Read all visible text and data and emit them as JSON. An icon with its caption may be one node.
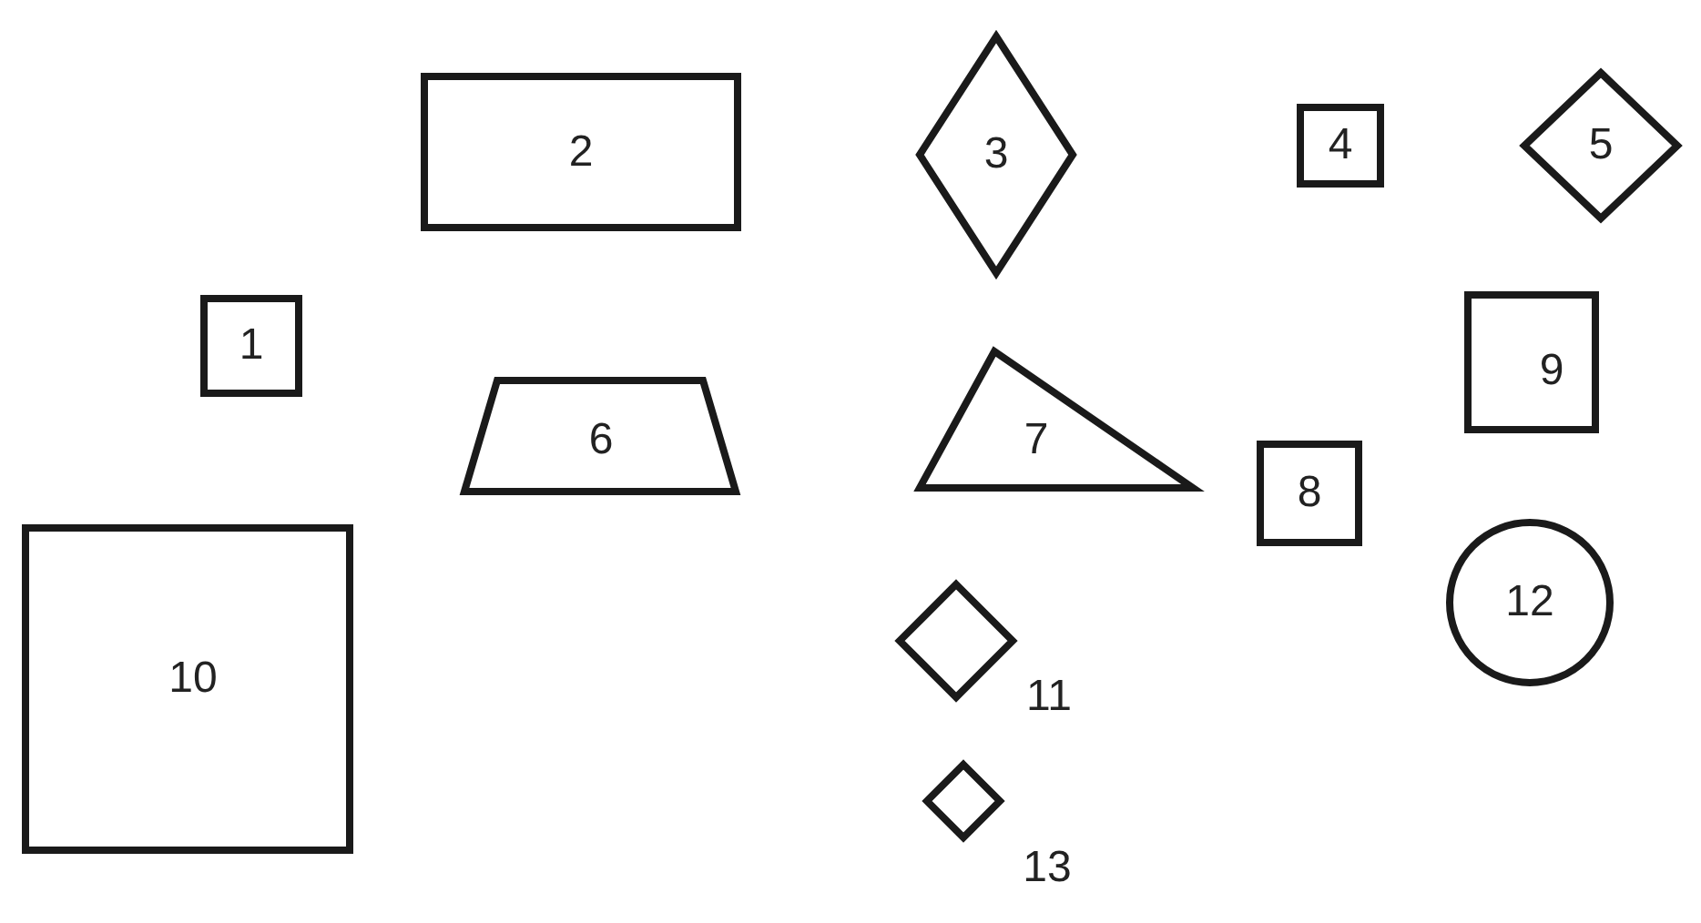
{
  "diagram": {
    "nodes": [
      {
        "text": [
          "1"
        ]
      },
      {
        "text": [
          "2"
        ]
      },
      {
        "text": [
          "3"
        ]
      },
      {
        "text": [
          "4"
        ]
      },
      {
        "text": [
          "5"
        ]
      },
      {
        "text": [
          "6"
        ]
      },
      {
        "text": [
          "7"
        ]
      },
      {
        "text": [
          "8"
        ]
      },
      {
        "text": [
          "9"
        ]
      },
      {
        "text": [
          "10"
        ]
      },
      {
        "text": [],
        "shape": "diamond",
        "beside": [
          "11"
        ]
      },
      {
        "text": [
          "12"
        ]
      },
      {
        "text": [],
        "shape": "diamond",
        "beside": [
          "13"
        ]
      }
    ]
  }
}
